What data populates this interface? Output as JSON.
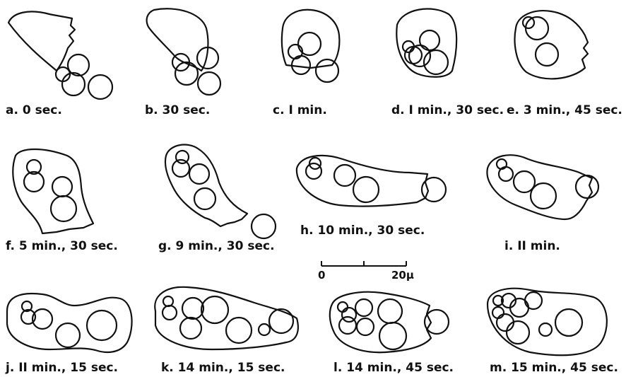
{
  "panels": [
    {
      "id": "a",
      "caption": "a.    0 sec."
    },
    {
      "id": "b",
      "caption": "b.   30 sec."
    },
    {
      "id": "c",
      "caption": "c.  I min."
    },
    {
      "id": "d",
      "caption": "d.  I min., 30 sec."
    },
    {
      "id": "e",
      "caption": "e. 3 min., 45 sec."
    },
    {
      "id": "f",
      "caption": "f.  5 min., 30 sec."
    },
    {
      "id": "g",
      "caption": "g. 9 min., 30 sec."
    },
    {
      "id": "h",
      "caption": "h.  10 min., 30 sec."
    },
    {
      "id": "i",
      "caption": "i.  II min."
    },
    {
      "id": "j",
      "caption": "j.  II min., 15 sec."
    },
    {
      "id": "k",
      "caption": "k.  14 min., 15 sec."
    },
    {
      "id": "l",
      "caption": "l.  14 min., 45 sec."
    },
    {
      "id": "m",
      "caption": "m.  15 min., 45 sec."
    }
  ],
  "scale_bar": {
    "start_label": "0",
    "end_label": "20µ"
  }
}
